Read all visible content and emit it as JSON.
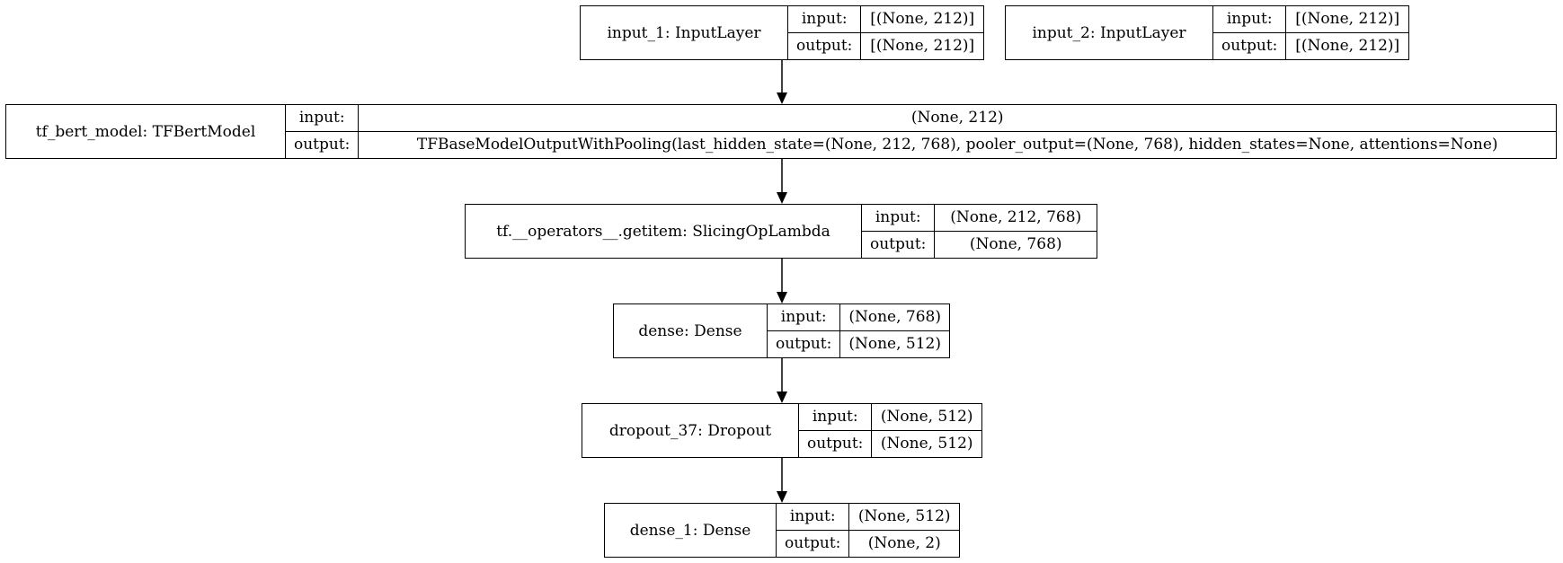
{
  "layers": [
    {
      "id": "input_1",
      "name": "input_1: InputLayer",
      "input_label": "input:",
      "input_shape": "[(None, 212)]",
      "output_label": "output:",
      "output_shape": "[(None, 212)]"
    },
    {
      "id": "input_2",
      "name": "input_2: InputLayer",
      "input_label": "input:",
      "input_shape": "[(None, 212)]",
      "output_label": "output:",
      "output_shape": "[(None, 212)]"
    },
    {
      "id": "tf_bert_model",
      "name": "tf_bert_model: TFBertModel",
      "input_label": "input:",
      "input_shape": "(None, 212)",
      "output_label": "output:",
      "output_shape": "TFBaseModelOutputWithPooling(last_hidden_state=(None, 212, 768), pooler_output=(None, 768), hidden_states=None, attentions=None)"
    },
    {
      "id": "getitem",
      "name": "tf.__operators__.getitem: SlicingOpLambda",
      "input_label": "input:",
      "input_shape": "(None, 212, 768)",
      "output_label": "output:",
      "output_shape": "(None, 768)"
    },
    {
      "id": "dense",
      "name": "dense: Dense",
      "input_label": "input:",
      "input_shape": "(None, 768)",
      "output_label": "output:",
      "output_shape": "(None, 512)"
    },
    {
      "id": "dropout_37",
      "name": "dropout_37: Dropout",
      "input_label": "input:",
      "input_shape": "(None, 512)",
      "output_label": "output:",
      "output_shape": "(None, 512)"
    },
    {
      "id": "dense_1",
      "name": "dense_1: Dense",
      "input_label": "input:",
      "input_shape": "(None, 512)",
      "output_label": "output:",
      "output_shape": "(None, 2)"
    }
  ],
  "edges": [
    {
      "from": "input_1",
      "to": "tf_bert_model"
    },
    {
      "from": "tf_bert_model",
      "to": "getitem"
    },
    {
      "from": "getitem",
      "to": "dense"
    },
    {
      "from": "dense",
      "to": "dropout_37"
    },
    {
      "from": "dropout_37",
      "to": "dense_1"
    }
  ]
}
